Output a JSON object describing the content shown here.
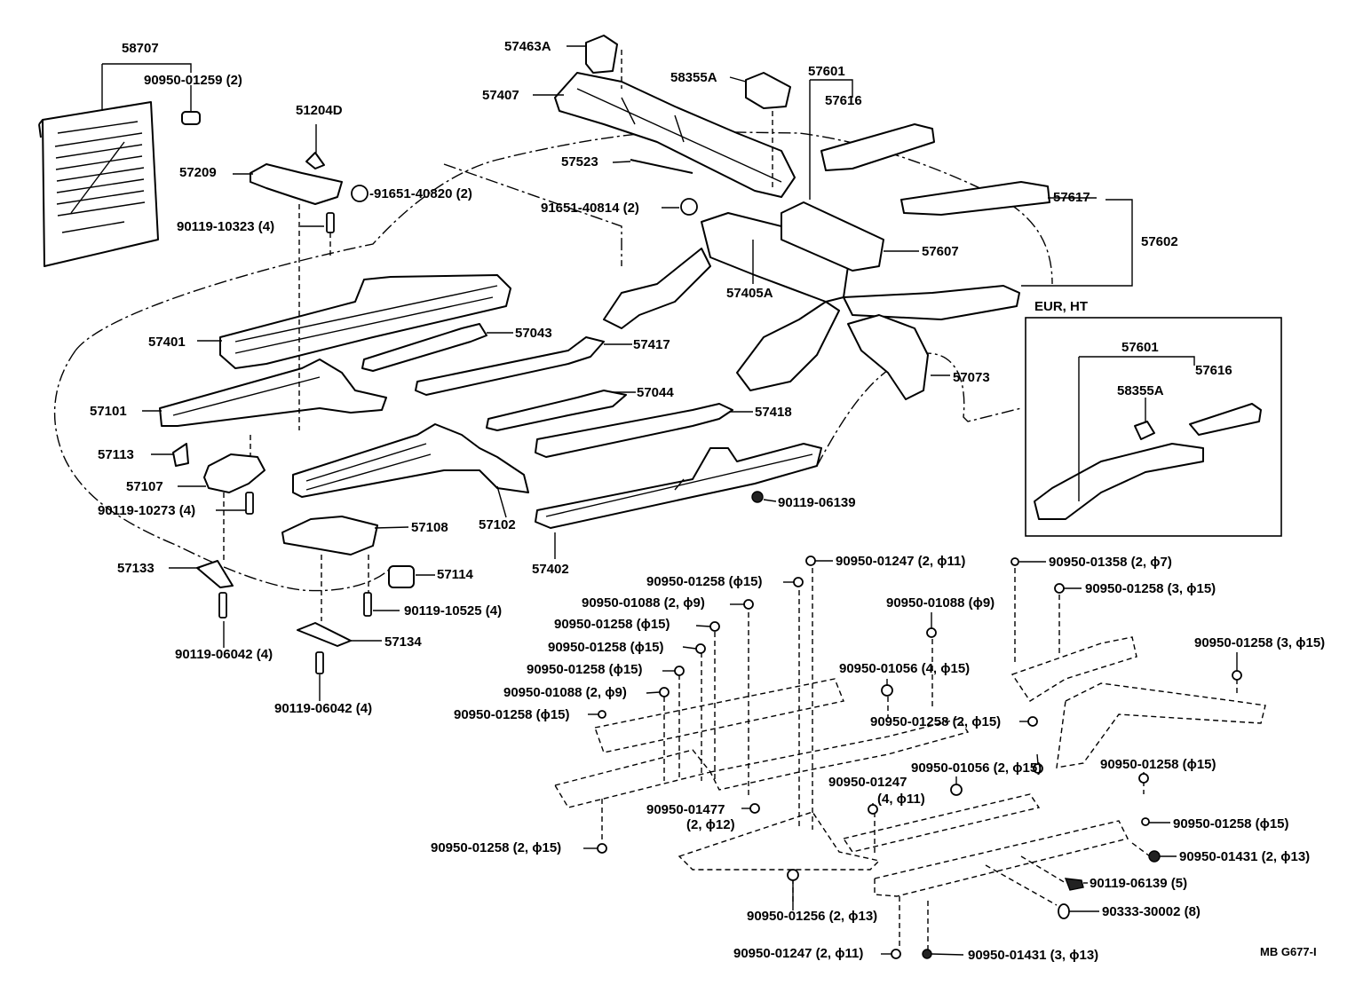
{
  "diagram": {
    "code": "MB G677-I",
    "variant_note": "EUR, HT",
    "callouts": [
      {
        "id": "c1",
        "text": "58707"
      },
      {
        "id": "c2",
        "text": "90950-01259 (2)"
      },
      {
        "id": "c3",
        "text": "51204D"
      },
      {
        "id": "c4",
        "text": "57209"
      },
      {
        "id": "c5",
        "text": "-91651-40820 (2)"
      },
      {
        "id": "c6",
        "text": "90119-10323 (4)"
      },
      {
        "id": "c7",
        "text": "57463A"
      },
      {
        "id": "c8",
        "text": "57407"
      },
      {
        "id": "c9",
        "text": "58355A"
      },
      {
        "id": "c10",
        "text": "57601"
      },
      {
        "id": "c11",
        "text": "57616"
      },
      {
        "id": "c12",
        "text": "57523"
      },
      {
        "id": "c13",
        "text": "91651-40814 (2)"
      },
      {
        "id": "c14",
        "text": "57617"
      },
      {
        "id": "c15",
        "text": "57602"
      },
      {
        "id": "c16",
        "text": "57607"
      },
      {
        "id": "c17",
        "text": "57405A"
      },
      {
        "id": "c18",
        "text": "57401"
      },
      {
        "id": "c19",
        "text": "57043"
      },
      {
        "id": "c20",
        "text": "57417"
      },
      {
        "id": "c21",
        "text": "57073"
      },
      {
        "id": "c22",
        "text": "57101"
      },
      {
        "id": "c23",
        "text": "57044"
      },
      {
        "id": "c24",
        "text": "57418"
      },
      {
        "id": "c25",
        "text": "57113"
      },
      {
        "id": "c26",
        "text": "57107"
      },
      {
        "id": "c27",
        "text": "90119-10273 (4)"
      },
      {
        "id": "c28",
        "text": "90119-06139"
      },
      {
        "id": "c29",
        "text": "57108"
      },
      {
        "id": "c30",
        "text": "57102"
      },
      {
        "id": "c31",
        "text": "57402"
      },
      {
        "id": "c32",
        "text": "57133"
      },
      {
        "id": "c33",
        "text": "57114"
      },
      {
        "id": "c34",
        "text": "90119-10525 (4)"
      },
      {
        "id": "c35",
        "text": "90119-06042 (4)"
      },
      {
        "id": "c36",
        "text": "57134"
      },
      {
        "id": "c37",
        "text": "90119-06042 (4)"
      },
      {
        "id": "c38",
        "text": "57601"
      },
      {
        "id": "c39",
        "text": "57616"
      },
      {
        "id": "c40",
        "text": "58355A"
      },
      {
        "id": "c41",
        "text": "90950-01247 (2, ϕ11)"
      },
      {
        "id": "c42",
        "text": "90950-01358 (2, ϕ7)"
      },
      {
        "id": "c43",
        "text": "90950-01258 (ϕ15)"
      },
      {
        "id": "c44",
        "text": "90950-01258 (3, ϕ15)"
      },
      {
        "id": "c45",
        "text": "90950-01088 (2, ϕ9)"
      },
      {
        "id": "c46",
        "text": "90950-01088 (ϕ9)"
      },
      {
        "id": "c47",
        "text": "90950-01258 (ϕ15)"
      },
      {
        "id": "c48",
        "text": "90950-01258 (3, ϕ15)"
      },
      {
        "id": "c49",
        "text": "90950-01258 (ϕ15)"
      },
      {
        "id": "c50",
        "text": "90950-01056 (4, ϕ15)"
      },
      {
        "id": "c51",
        "text": "90950-01258 (ϕ15)"
      },
      {
        "id": "c52",
        "text": "90950-01088 (2, ϕ9)"
      },
      {
        "id": "c53",
        "text": "90950-01258 (2, ϕ15)"
      },
      {
        "id": "c54",
        "text": "90950-01258 (ϕ15)"
      },
      {
        "id": "c55",
        "text": "90950-01056 (2, ϕ15)"
      },
      {
        "id": "c56",
        "text": "90950-01258 (ϕ15)"
      },
      {
        "id": "c57",
        "text": "90950-01247"
      },
      {
        "id": "c58",
        "text": "(4, ϕ11)"
      },
      {
        "id": "c59",
        "text": "90950-01477"
      },
      {
        "id": "c60",
        "text": "(2, ϕ12)"
      },
      {
        "id": "c61",
        "text": "90950-01258 (ϕ15)"
      },
      {
        "id": "c62",
        "text": "90950-01258 (2, ϕ15)"
      },
      {
        "id": "c63",
        "text": "90950-01431 (2, ϕ13)"
      },
      {
        "id": "c64",
        "text": "90119-06139 (5)"
      },
      {
        "id": "c65",
        "text": "90333-30002 (8)"
      },
      {
        "id": "c66",
        "text": "90950-01256 (2, ϕ13)"
      },
      {
        "id": "c67",
        "text": "90950-01247 (2, ϕ11)"
      },
      {
        "id": "c68",
        "text": "90950-01431 (3, ϕ13)"
      }
    ]
  }
}
